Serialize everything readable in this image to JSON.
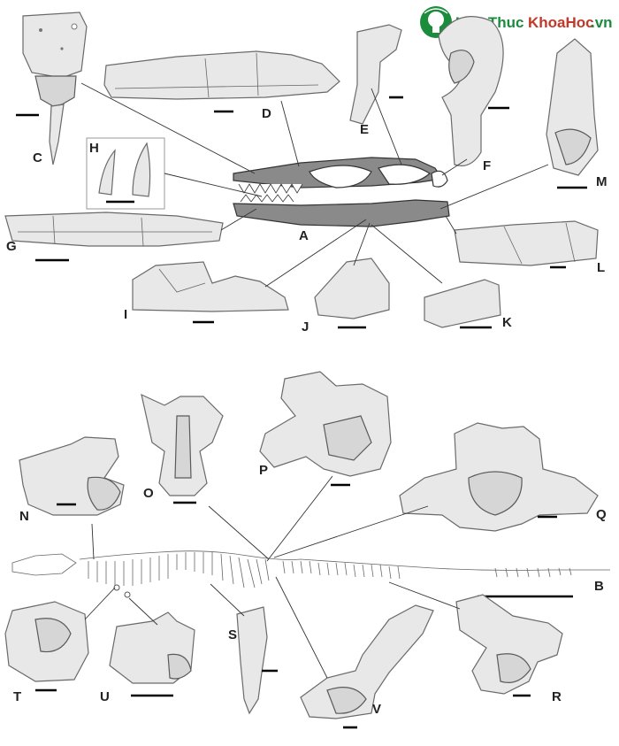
{
  "watermark": {
    "site_name": "KhoaHoc",
    "prefix": "KienThuc",
    "suffix": ".vn",
    "brand_color": "#1a8c3c",
    "accent_color": "#c0392b",
    "icon": "globe-bulb-logo"
  },
  "panels": {
    "A": "A",
    "B": "B",
    "C": "C",
    "D": "D",
    "E": "E",
    "F": "F",
    "G": "G",
    "H": "H",
    "I": "I",
    "J": "J",
    "K": "K",
    "L": "L",
    "M": "M",
    "N": "N",
    "O": "O",
    "P": "P",
    "Q": "Q",
    "R": "R",
    "S": "S",
    "T": "T",
    "U": "U",
    "V": "V"
  }
}
